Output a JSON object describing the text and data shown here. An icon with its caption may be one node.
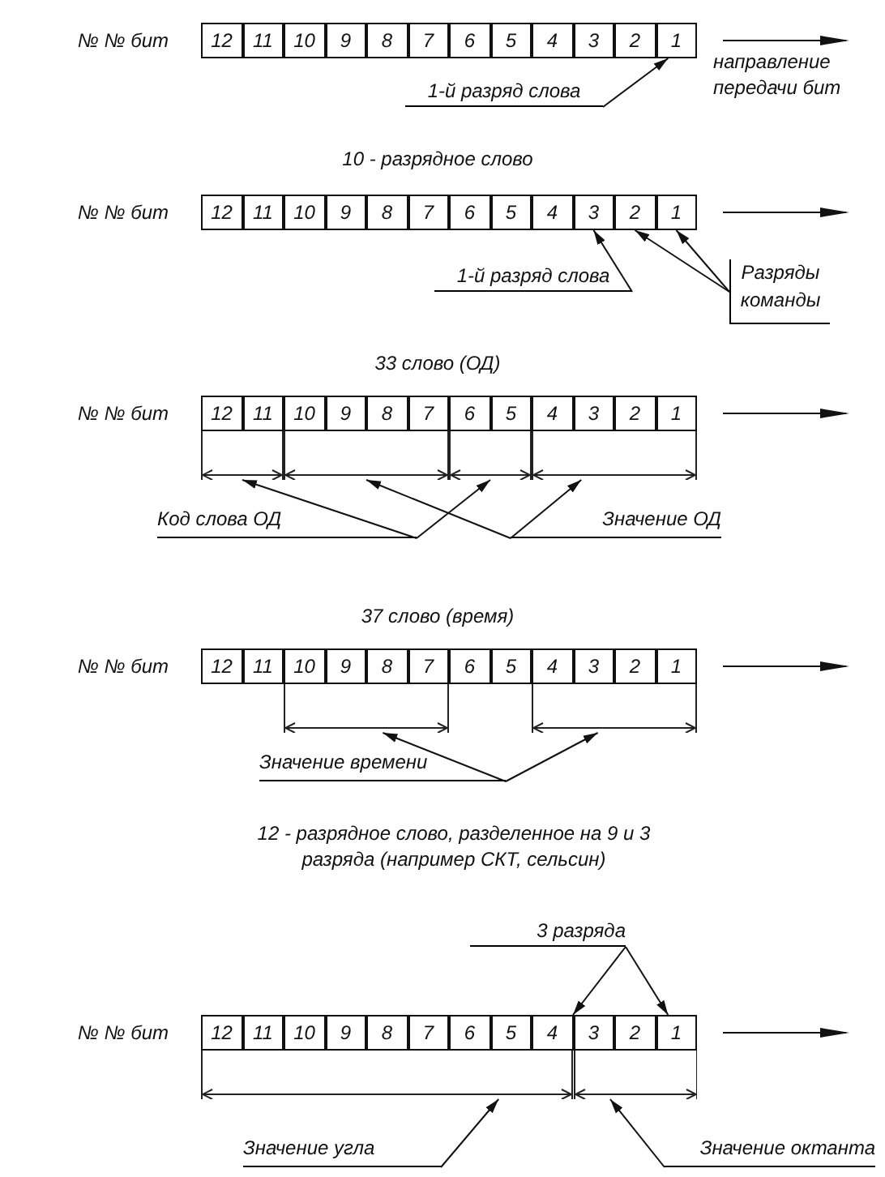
{
  "diagram": {
    "nodes": [
      {
        "text": [
          "12"
        ]
      },
      {
        "text": [
          "11"
        ]
      },
      {
        "text": [
          "10"
        ]
      },
      {
        "text": [
          "9"
        ]
      },
      {
        "text": [
          "8"
        ]
      },
      {
        "text": [
          "7"
        ]
      },
      {
        "text": [
          "6"
        ]
      },
      {
        "text": [
          "5"
        ]
      },
      {
        "text": [
          "4"
        ]
      },
      {
        "text": [
          "3"
        ]
      },
      {
        "text": [
          "2"
        ]
      },
      {
        "text": [
          "1"
        ]
      },
      {
        "text": [
          "1-й разряд слова"
        ]
      },
      {
        "text": [
          "12"
        ]
      },
      {
        "text": [
          "11"
        ]
      },
      {
        "text": [
          "10"
        ]
      },
      {
        "text": [
          "9"
        ]
      },
      {
        "text": [
          "8"
        ]
      },
      {
        "text": [
          "7"
        ]
      },
      {
        "text": [
          "6"
        ]
      },
      {
        "text": [
          "5"
        ]
      },
      {
        "text": [
          "4"
        ]
      },
      {
        "text": [
          "3"
        ]
      },
      {
        "text": [
          "2"
        ]
      },
      {
        "text": [
          "1"
        ]
      },
      {
        "text": [
          "1-й разряд слова"
        ]
      },
      {
        "text": [
          "Разряды команды"
        ]
      },
      {
        "text": [
          "12"
        ]
      },
      {
        "text": [
          "11"
        ]
      },
      {
        "text": [
          "10"
        ]
      },
      {
        "text": [
          "9"
        ]
      },
      {
        "text": [
          "8"
        ]
      },
      {
        "text": [
          "7"
        ]
      },
      {
        "text": [
          "6"
        ]
      },
      {
        "text": [
          "5"
        ]
      },
      {
        "text": [
          "4"
        ]
      },
      {
        "text": [
          "3"
        ]
      },
      {
        "text": [
          "2"
        ]
      },
      {
        "text": [
          "1"
        ]
      },
      {
        "text": [],
        "shape": "line"
      },
      {
        "text": [],
        "shape": "line"
      },
      {
        "text": [],
        "shape": "line"
      },
      {
        "text": [],
        "shape": "line"
      },
      {
        "text": [
          "Код слова ОД"
        ]
      },
      {
        "text": [
          "Значение ОД"
        ]
      },
      {
        "text": [
          "12"
        ]
      },
      {
        "text": [
          "11"
        ]
      },
      {
        "text": [
          "10"
        ]
      },
      {
        "text": [
          "9"
        ]
      },
      {
        "text": [
          "8"
        ]
      },
      {
        "text": [
          "7"
        ]
      },
      {
        "text": [
          "6"
        ]
      },
      {
        "text": [
          "5"
        ]
      },
      {
        "text": [
          "4"
        ]
      },
      {
        "text": [
          "3"
        ]
      },
      {
        "text": [
          "2"
        ]
      },
      {
        "text": [
          "1"
        ]
      },
      {
        "text": [],
        "shape": "line"
      },
      {
        "text": [],
        "shape": "line"
      },
      {
        "text": [
          "Значение времени"
        ]
      },
      {
        "text": [
          "3 разряда"
        ]
      },
      {
        "text": [
          "12"
        ]
      },
      {
        "text": [
          "11"
        ]
      },
      {
        "text": [
          "10"
        ]
      },
      {
        "text": [
          "9"
        ]
      },
      {
        "text": [
          "8"
        ]
      },
      {
        "text": [
          "7"
        ]
      },
      {
        "text": [
          "6"
        ]
      },
      {
        "text": [
          "5"
        ]
      },
      {
        "text": [
          "4"
        ]
      },
      {
        "text": [
          "3"
        ]
      },
      {
        "text": [
          "2"
        ]
      },
      {
        "text": [
          "1"
        ]
      },
      {
        "text": [],
        "shape": "line"
      },
      {
        "text": [],
        "shape": "line"
      },
      {
        "text": [
          "Значение угла"
        ]
      },
      {
        "text": [
          "Значение октанта"
        ]
      }
    ],
    "edges": [
      {
        "from": 12,
        "to": 11,
        "arrow": "to"
      },
      {
        "from": 25,
        "to": 22,
        "arrow": "to"
      },
      {
        "from": 26,
        "to": 23,
        "arrow": "to"
      },
      {
        "from": 26,
        "to": 24,
        "arrow": "to"
      },
      {
        "from": 43,
        "to": 39,
        "arrow": "to"
      },
      {
        "from": 43,
        "to": 41,
        "arrow": "to"
      },
      {
        "from": 44,
        "to": 40,
        "arrow": "to"
      },
      {
        "from": 44,
        "to": 42,
        "arrow": "to"
      },
      {
        "from": 59,
        "to": 57,
        "arrow": "to"
      },
      {
        "from": 59,
        "to": 58,
        "arrow": "to"
      },
      {
        "from": 60,
        "to": 70,
        "arrow": "to"
      },
      {
        "from": 60,
        "to": 72,
        "arrow": "to"
      },
      {
        "from": 75,
        "to": 73,
        "arrow": "to"
      },
      {
        "from": 76,
        "to": 74,
        "arrow": "to"
      }
    ],
    "labels": [
      "№ № бит",
      "направление передачи бит",
      "10 - разрядное слово",
      "№ № бит",
      "33 слово (ОД)",
      "№ № бит",
      "37 слово (время)",
      "№ № бит",
      "12 - разрядное слово, разделенное на 9 и 3 разряда (например СКТ, сельсин)",
      "№ № бит"
    ]
  }
}
